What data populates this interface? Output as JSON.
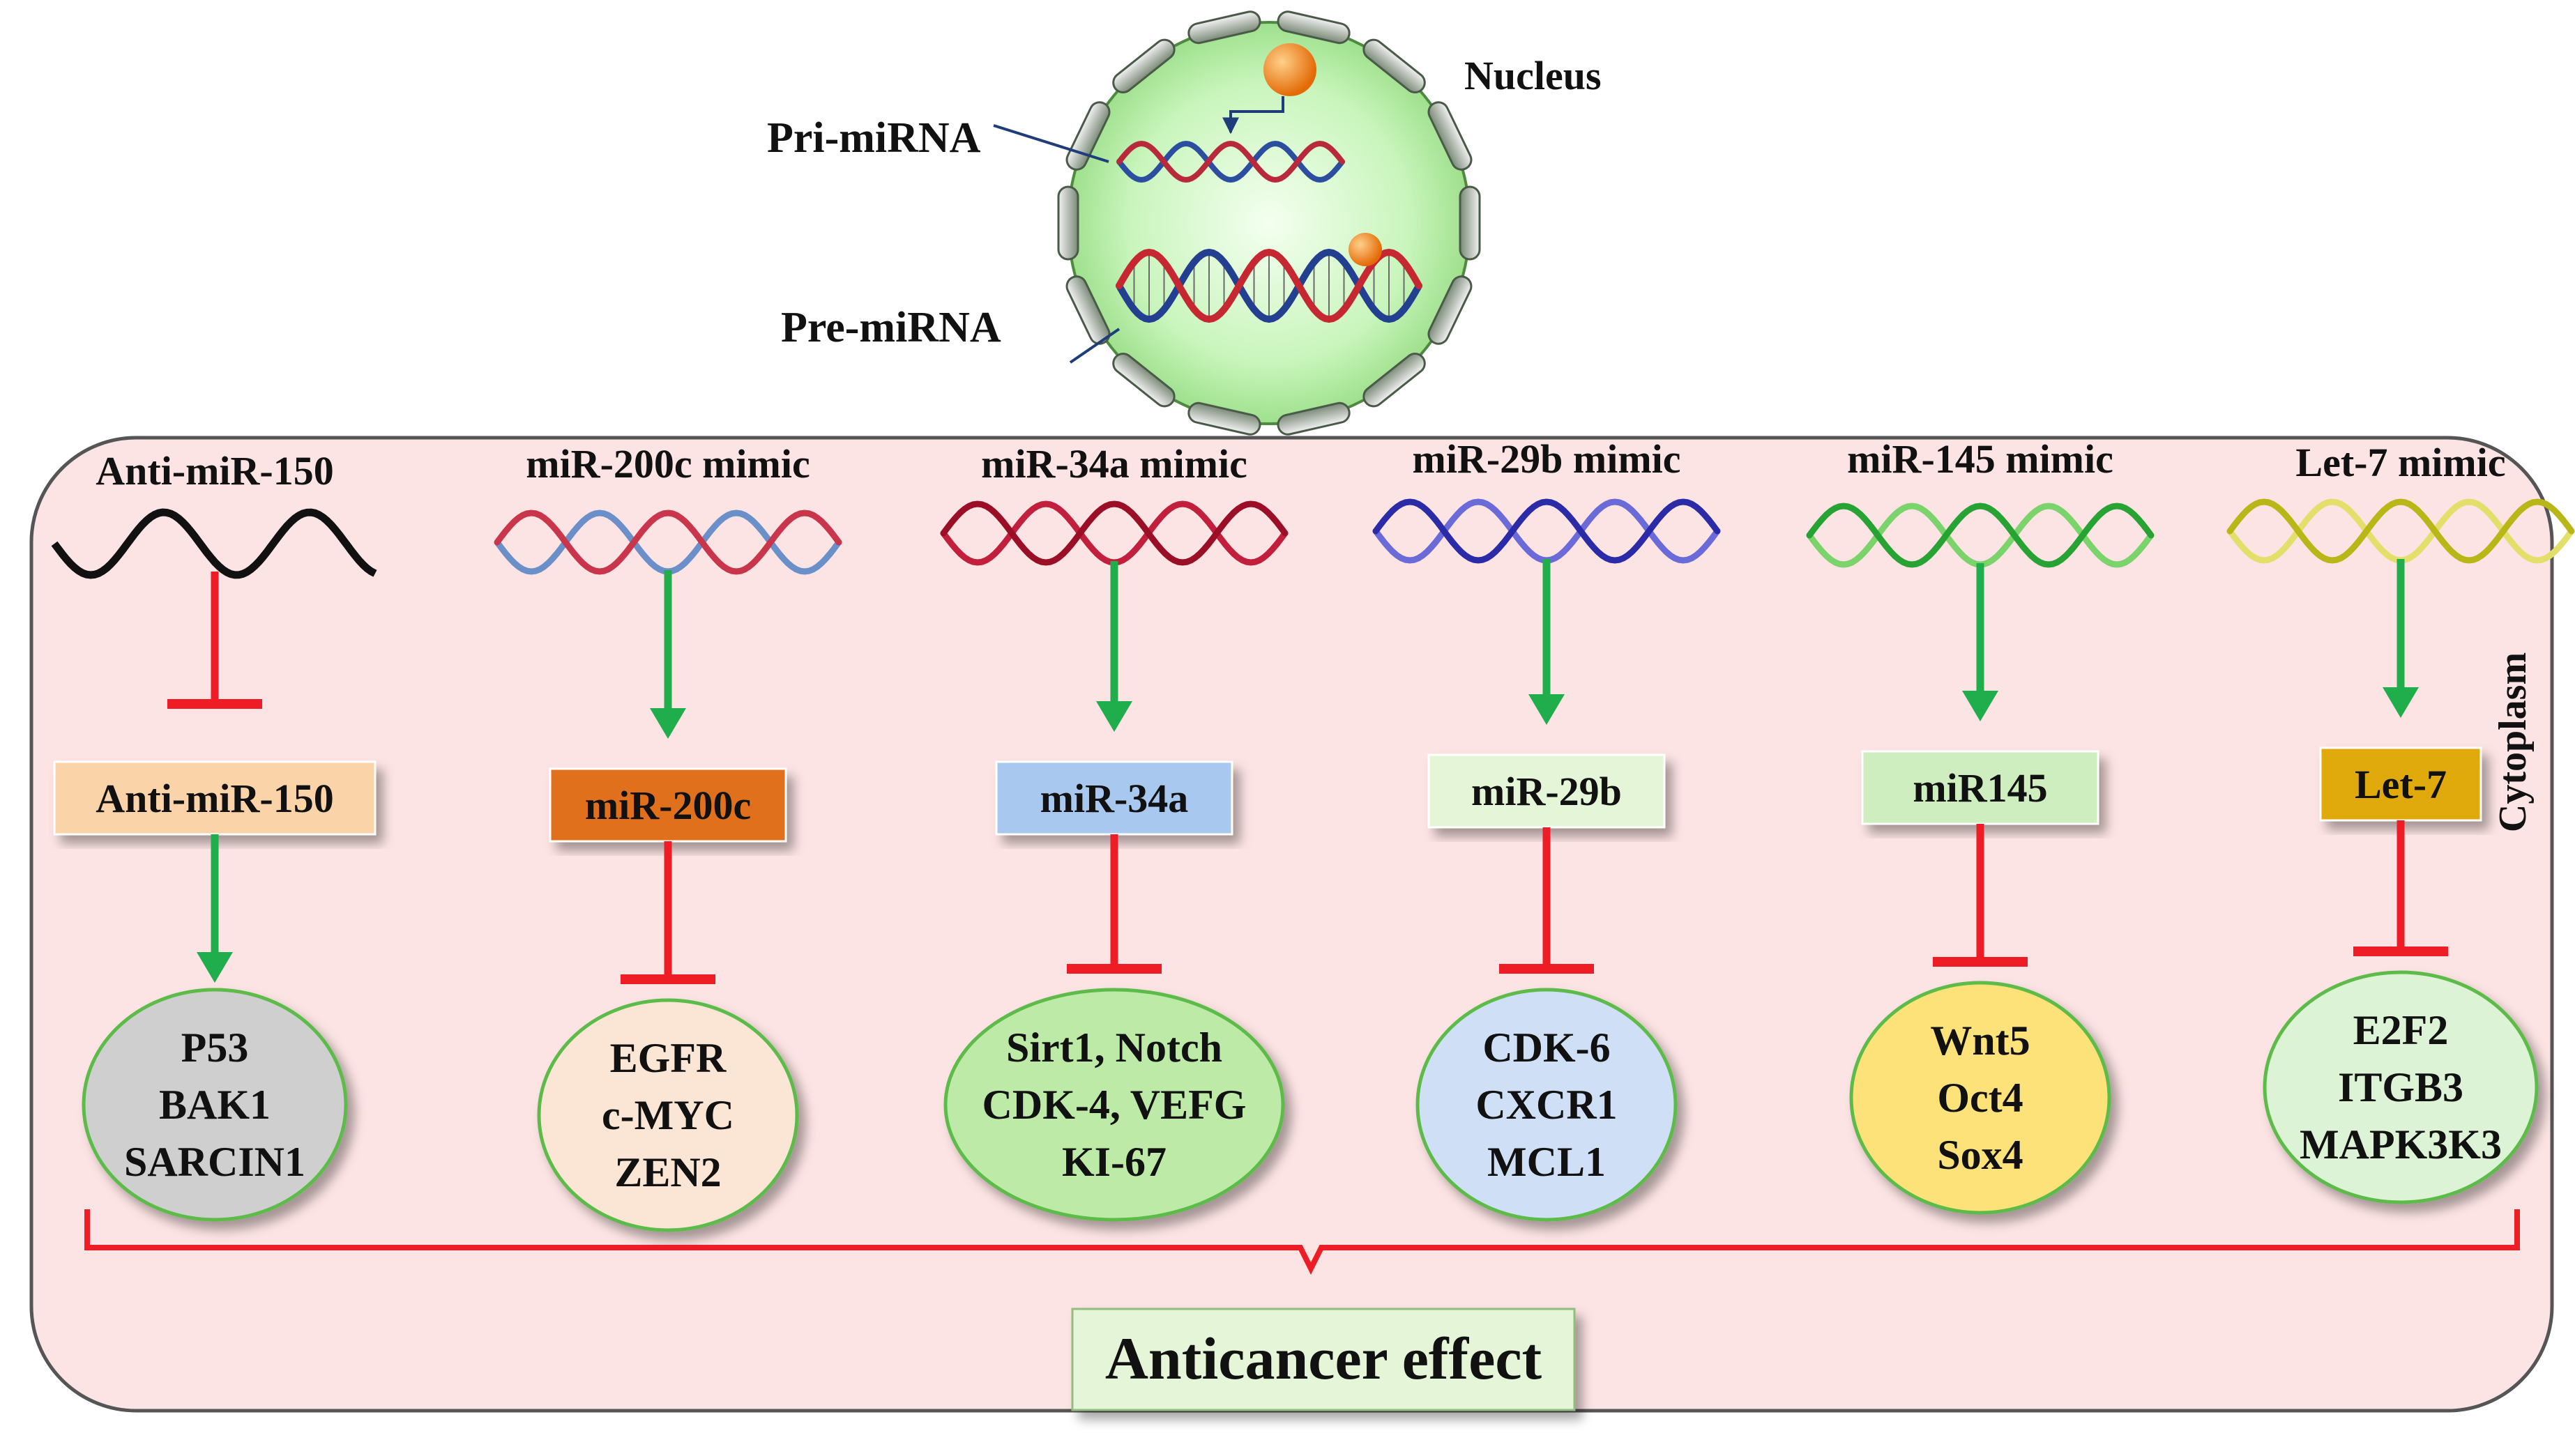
{
  "nucleus": {
    "title": "Nucleus",
    "pri_label": "Pri-miRNA",
    "pre_label": "Pre-miRNA"
  },
  "cytoplasm_label": "Cytoplasm",
  "outcome_label": "Anticancer effect",
  "columns": [
    {
      "header": "Anti-miR-150",
      "box_label": "Anti-miR-150",
      "effect_top": "inhibit",
      "effect_bottom": "activate",
      "targets": [
        "P53",
        "BAK1",
        "SARCIN1"
      ],
      "strand_style": "single-black",
      "box_color": "#fbd3a8",
      "oval_color": "#cfcfcf"
    },
    {
      "header": "miR-200c mimic",
      "box_label": "miR-200c",
      "effect_top": "activate",
      "effect_bottom": "inhibit",
      "targets": [
        "EGFR",
        "c-MYC",
        "ZEN2"
      ],
      "strand_style": "red-blue",
      "box_color": "#e0701e",
      "oval_color": "#fbe6d6"
    },
    {
      "header": "miR-34a mimic",
      "box_label": "miR-34a",
      "effect_top": "activate",
      "effect_bottom": "inhibit",
      "targets": [
        "Sirt1, Notch",
        "CDK-4, VEFG",
        "KI-67"
      ],
      "strand_style": "dark-red",
      "box_color": "#a9c8ef",
      "oval_color": "#bdeaa7"
    },
    {
      "header": "miR-29b mimic",
      "box_label": "miR-29b",
      "effect_top": "activate",
      "effect_bottom": "inhibit",
      "targets": [
        "CDK-6",
        "CXCR1",
        "MCL1"
      ],
      "strand_style": "blue",
      "box_color": "#e4f5d8",
      "oval_color": "#cfe0f6"
    },
    {
      "header": "miR-145 mimic",
      "box_label": "miR145",
      "effect_top": "activate",
      "effect_bottom": "inhibit",
      "targets": [
        "Wnt5",
        "Oct4",
        "Sox4"
      ],
      "strand_style": "green",
      "box_color": "#cfeec0",
      "oval_color": "#fde27a"
    },
    {
      "header": "Let-7 mimic",
      "box_label": "Let-7",
      "effect_top": "activate",
      "effect_bottom": "inhibit",
      "targets": [
        "E2F2",
        "ITGB3",
        "MAPK3K3"
      ],
      "strand_style": "yellow-green",
      "box_color": "#e0aa10",
      "oval_color": "#ddf3d6"
    }
  ],
  "colors": {
    "cytoplasm_fill": "#fde4e4",
    "activate_arrow": "#1fae4b",
    "inhibit_line": "#ee1c24",
    "nucleus_fill": "#c5f5b8",
    "cytoplasm_text": "#1e1ee6",
    "outcome_text": "#1e1ee6"
  }
}
